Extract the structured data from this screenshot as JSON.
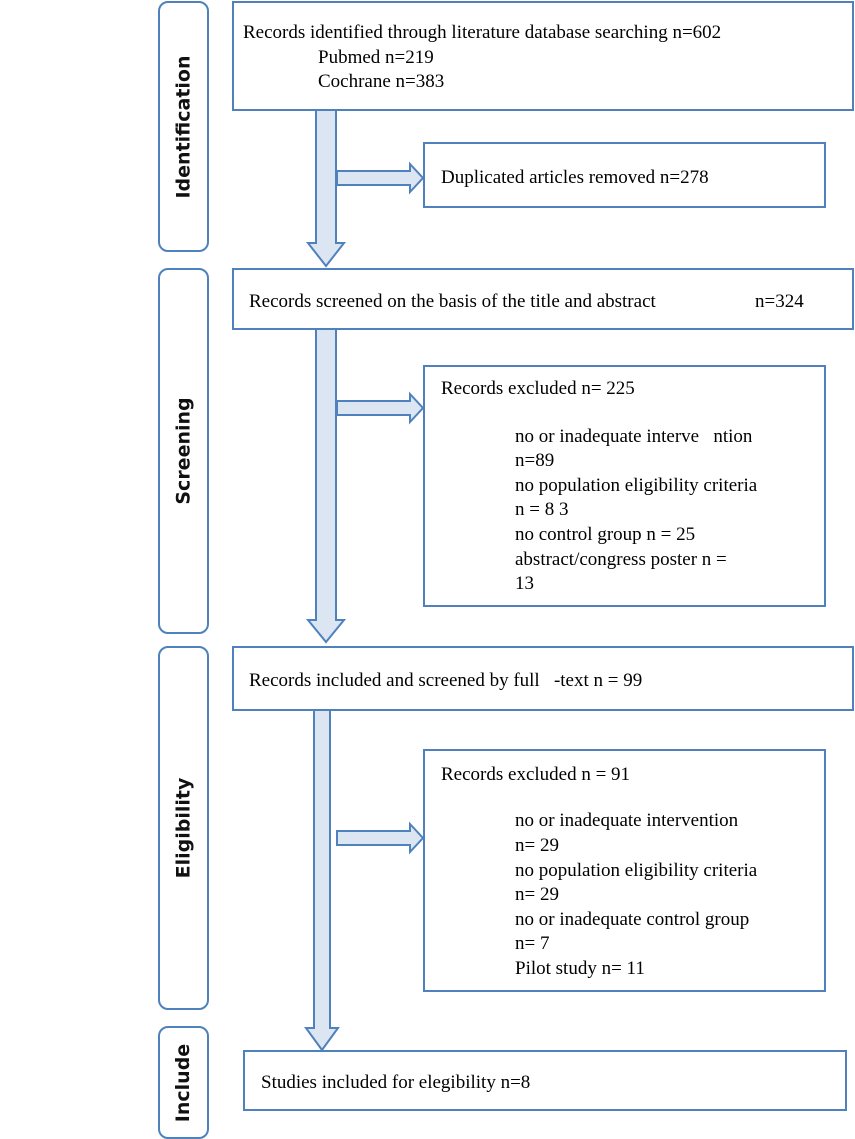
{
  "phases": {
    "identification": "Identification",
    "screening": "Screening",
    "eligibility": "Eligibility",
    "include": "Include"
  },
  "boxes": {
    "identified": {
      "title": "Records identified through literature database searching n=602",
      "lines": [
        "Pubmed n=219",
        "Cochrane n=383"
      ]
    },
    "duplicates": {
      "title": "Duplicated articles removed n=278"
    },
    "screened": {
      "title": "Records screened on the basis of the title and abstract",
      "count": "n=324"
    },
    "excluded_screening": {
      "title": "Records excluded n= 225",
      "lines": [
        "no or inadequate interve   ntion",
        "n=89",
        "no population eligibility criteria",
        "n = 8 3",
        "no control group n = 25",
        "abstract/congress poster n =",
        "13"
      ]
    },
    "full_text": {
      "title": "Records included and screened by full   -text n = 99"
    },
    "excluded_eligibility": {
      "title": "Records excluded n = 91",
      "lines": [
        "no or inadequate intervention",
        "n= 29",
        "no population eligibility criteria",
        "n= 29",
        "no or inadequate control group",
        "n= 7",
        "Pilot study n= 11"
      ]
    },
    "included": {
      "title": "Studies included for elegibility n=8"
    }
  },
  "colors": {
    "border": "#4f81bd",
    "arrow_fill": "#dce6f2",
    "arrow_stroke": "#4f81bd"
  }
}
